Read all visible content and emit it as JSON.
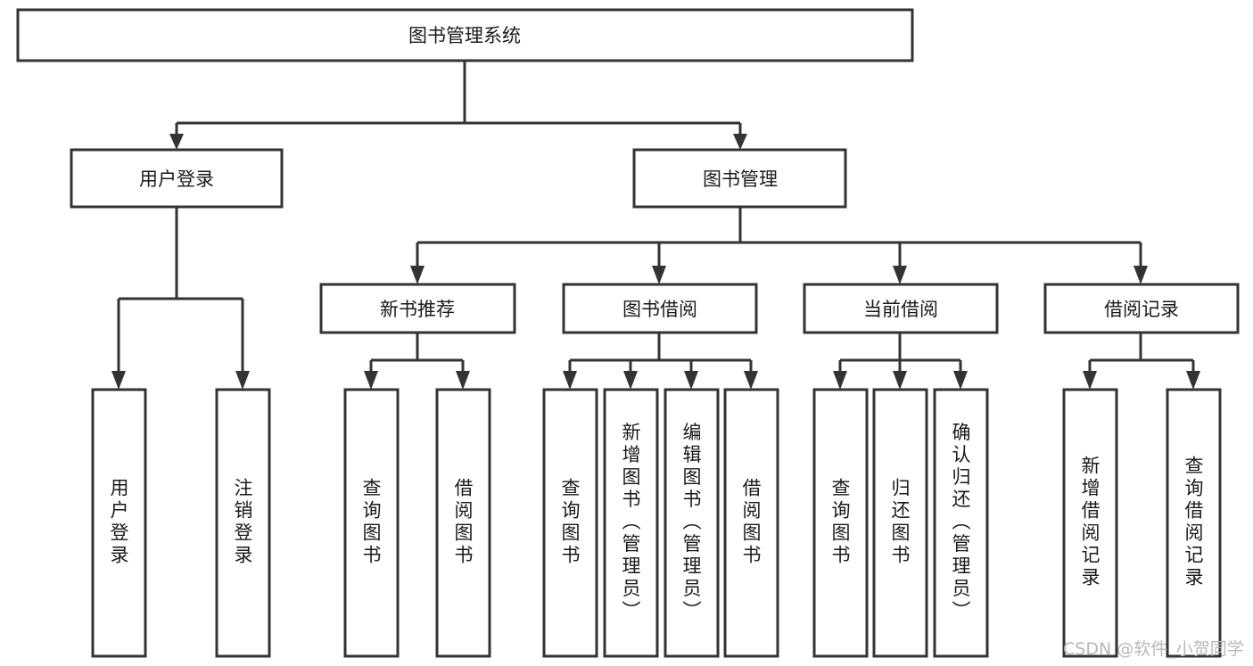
{
  "diagram": {
    "title": "图书管理系统",
    "type": "tree-hierarchy-chart",
    "watermark": "CSDN @软件_小贺同学",
    "colors": {
      "stroke": "#333333",
      "fill": "#ffffff",
      "text": "#1a1a1a",
      "watermark": "#b8b8b8"
    },
    "root": {
      "label": "图书管理系统"
    },
    "level2": [
      {
        "label": "用户登录"
      },
      {
        "label": "图书管理"
      }
    ],
    "level3": [
      {
        "label": "新书推荐"
      },
      {
        "label": "图书借阅"
      },
      {
        "label": "当前借阅"
      },
      {
        "label": "借阅记录"
      }
    ],
    "leaves": {
      "user_login": [
        {
          "label": "用户登录"
        },
        {
          "label": "注销登录"
        }
      ],
      "new_book_recommend": [
        {
          "label": "查询图书"
        },
        {
          "label": "借阅图书"
        }
      ],
      "book_borrow": [
        {
          "label": "查询图书"
        },
        {
          "label": "新增图书（管理员）"
        },
        {
          "label": "编辑图书（管理员）"
        },
        {
          "label": "借阅图书"
        }
      ],
      "current_borrow": [
        {
          "label": "查询图书"
        },
        {
          "label": "归还图书"
        },
        {
          "label": "确认归还（管理员）"
        }
      ],
      "borrow_record": [
        {
          "label": "新增借阅记录"
        },
        {
          "label": "查询借阅记录"
        }
      ]
    }
  }
}
